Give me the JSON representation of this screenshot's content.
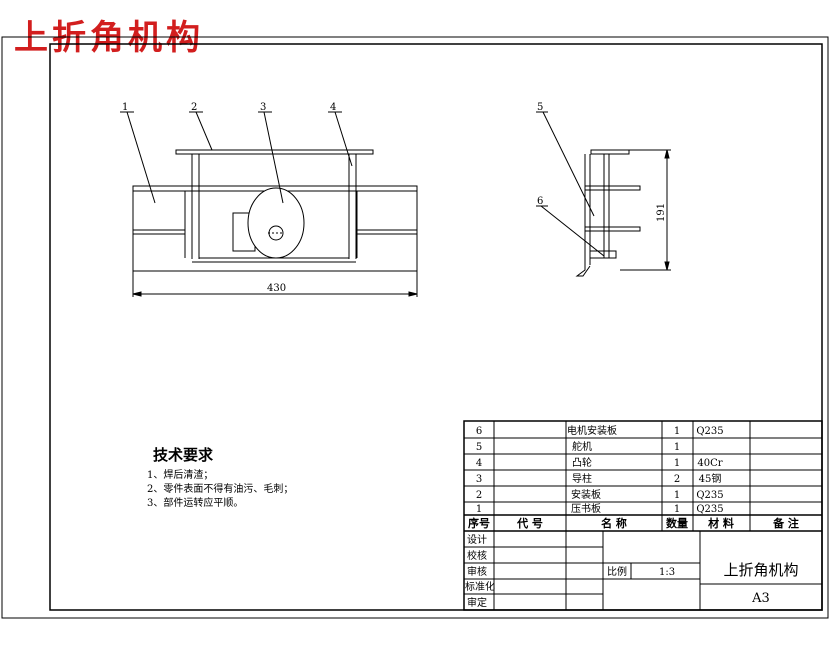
{
  "title": "上折角机构",
  "technical_requirements": {
    "heading": "技术要求",
    "items": [
      "1、焊后清渣；",
      "2、零件表面不得有油污、毛刺；",
      "3、部件运转应平顺。"
    ]
  },
  "front_view": {
    "callouts": [
      "1",
      "2",
      "3",
      "4"
    ],
    "dimension_width": "430"
  },
  "side_view": {
    "callouts": [
      "5",
      "6"
    ],
    "dimension_height": "191"
  },
  "parts_list": {
    "headers": {
      "no": "序号",
      "code": "代 号",
      "name": "名 称",
      "qty": "数量",
      "material": "材 料",
      "remark": "备 注"
    },
    "rows": [
      {
        "no": "6",
        "name": "电机安装板",
        "qty": "1",
        "material": "Q235"
      },
      {
        "no": "5",
        "name": "舵机",
        "qty": "1",
        "material": ""
      },
      {
        "no": "4",
        "name": "凸轮",
        "qty": "1",
        "material": "40Cr"
      },
      {
        "no": "3",
        "name": "导柱",
        "qty": "2",
        "material": "45钢"
      },
      {
        "no": "2",
        "name": "安装板",
        "qty": "1",
        "material": "Q235"
      },
      {
        "no": "1",
        "name": "压书板",
        "qty": "1",
        "material": "Q235"
      }
    ]
  },
  "title_block": {
    "roles": [
      "设计",
      "校核",
      "审核",
      "标准化",
      "审定"
    ],
    "scale_label": "比例",
    "scale_value": "1:3",
    "drawing_name": "上折角机构",
    "sheet_size": "A3"
  }
}
